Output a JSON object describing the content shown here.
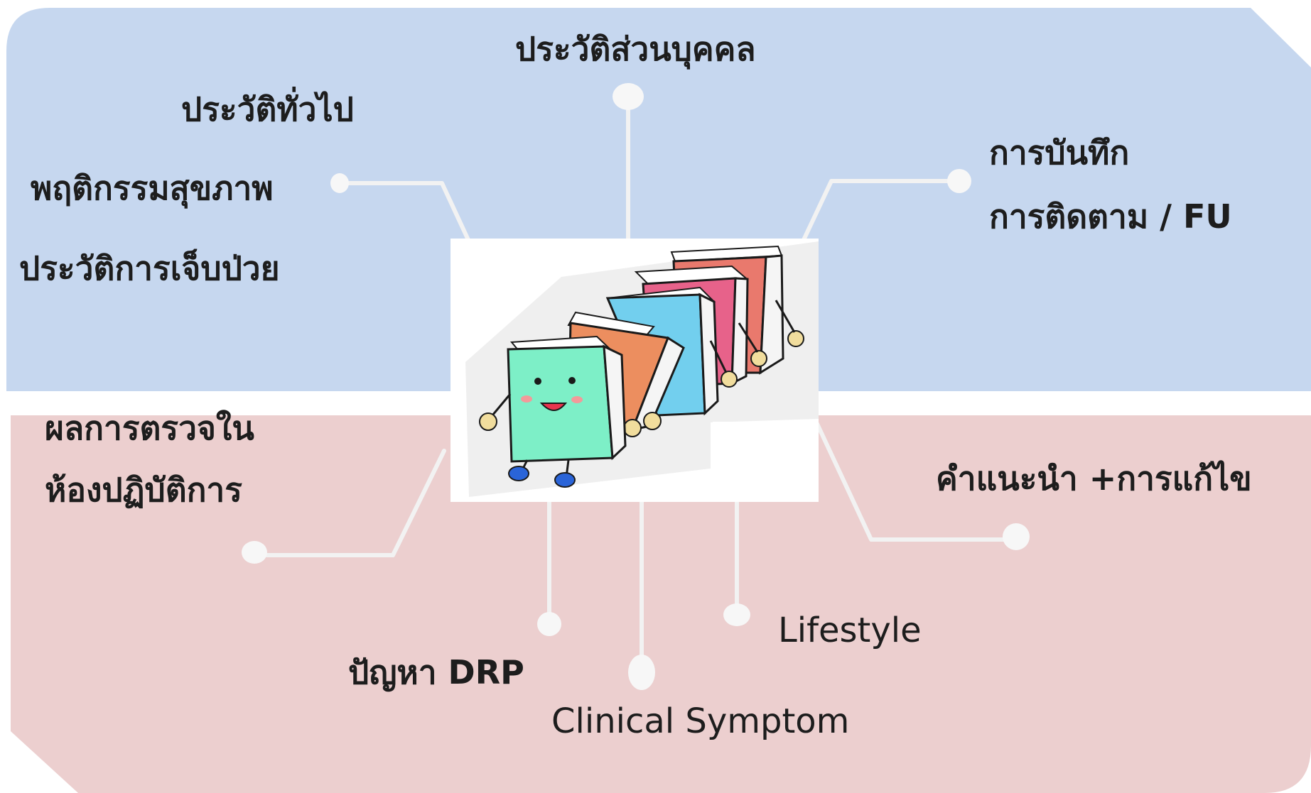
{
  "diagram": {
    "colors": {
      "top_panel": "#c6d7ef",
      "bottom_panel": "#eccfcf",
      "connector": "#f2f2f2",
      "text": "#1d1d1d"
    },
    "center_image": "cartoon-books-in-a-row",
    "top_nodes": {
      "personal_history": "ประวัติส่วนบุคคล",
      "general_history": "ประวัติทั่วไป",
      "health_behavior": "พฤติกรรมสุขภาพ",
      "illness_history": "ประวัติการเจ็บป่วย",
      "record": "การบันทึก",
      "follow_up": "การติดตาม / FU"
    },
    "bottom_nodes": {
      "lab_results_line1": "ผลการตรวจใน",
      "lab_results_line2": "ห้องปฏิบัติการ",
      "advice": "คำแนะนำ +การแก้ไข",
      "drp": "ปัญหา DRP",
      "clinical_symptom": "Clinical Symptom",
      "lifestyle": "Lifestyle"
    }
  }
}
